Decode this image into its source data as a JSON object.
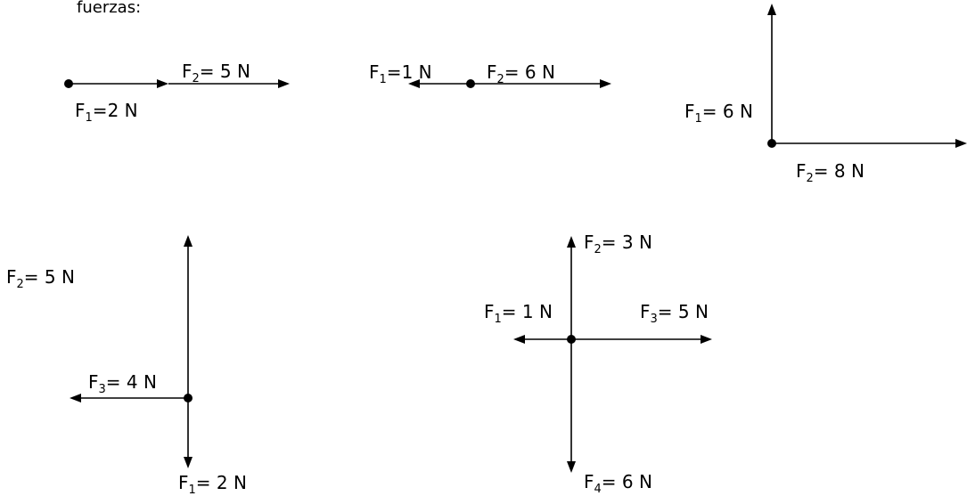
{
  "header_fragment": "fuerzas:",
  "diagrams": [
    {
      "forces": [
        {
          "symbol": "F",
          "index": "1",
          "sep": "=",
          "value": "2 N"
        },
        {
          "symbol": "F",
          "index": "2",
          "sep": "= ",
          "value": "5 N"
        }
      ]
    },
    {
      "forces": [
        {
          "symbol": "F",
          "index": "1",
          "sep": "=",
          "value": "1 N"
        },
        {
          "symbol": "F",
          "index": "2",
          "sep": "= ",
          "value": "6 N"
        }
      ]
    },
    {
      "forces": [
        {
          "symbol": "F",
          "index": "1",
          "sep": "= ",
          "value": "6 N"
        },
        {
          "symbol": "F",
          "index": "2",
          "sep": "= ",
          "value": "8 N"
        }
      ]
    },
    {
      "forces": [
        {
          "symbol": "F",
          "index": "2",
          "sep": "= ",
          "value": "5 N"
        },
        {
          "symbol": "F",
          "index": "3",
          "sep": "= ",
          "value": "4 N"
        },
        {
          "symbol": "F",
          "index": "1",
          "sep": "= ",
          "value": "2 N"
        }
      ]
    },
    {
      "forces": [
        {
          "symbol": "F",
          "index": "2",
          "sep": "= ",
          "value": "3 N"
        },
        {
          "symbol": "F",
          "index": "1",
          "sep": "= ",
          "value": "1 N"
        },
        {
          "symbol": "F",
          "index": "3",
          "sep": "= ",
          "value": "5 N"
        },
        {
          "symbol": "F",
          "index": "4",
          "sep": "= ",
          "value": "6 N"
        }
      ]
    }
  ]
}
